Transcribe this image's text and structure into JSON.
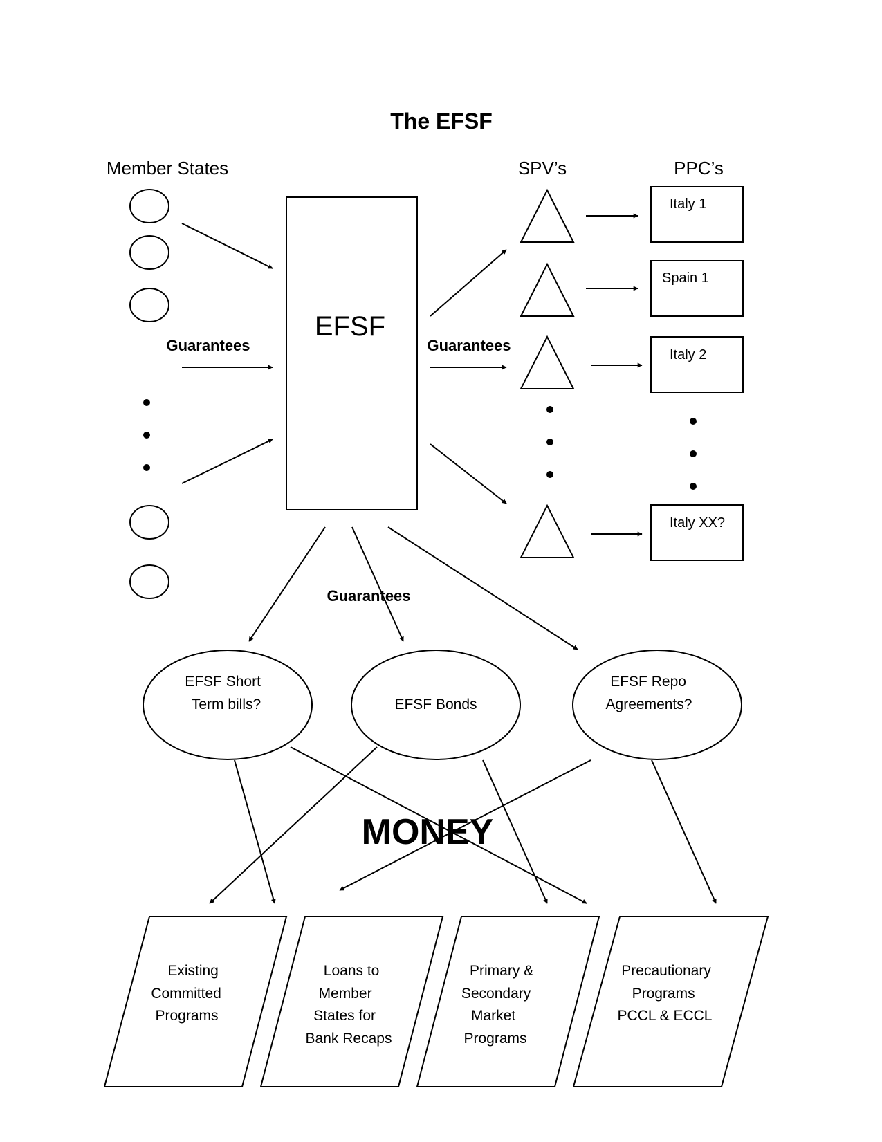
{
  "title": "The EFSF",
  "headers": {
    "member_states": "Member States",
    "spvs": "SPV’s",
    "ppcs": "PPC’s"
  },
  "efsf_label": "EFSF",
  "guarantees_label": "Guarantees",
  "ppc_boxes": [
    "Italy 1",
    "Spain 1",
    "Italy 2",
    "Italy XX?"
  ],
  "instruments": [
    [
      "EFSF Short",
      "Term bills?"
    ],
    [
      "EFSF Bonds"
    ],
    [
      "EFSF Repo",
      "Agreements?"
    ]
  ],
  "money_label": "MONEY",
  "programs": [
    [
      "Existing",
      "Committed",
      "Programs"
    ],
    [
      "Loans to",
      "Member",
      "States for",
      "Bank Recaps"
    ],
    [
      "Primary &",
      "Secondary",
      "Market",
      "Programs"
    ],
    [
      "Precautionary",
      "Programs",
      "PCCL & ECCL"
    ]
  ]
}
